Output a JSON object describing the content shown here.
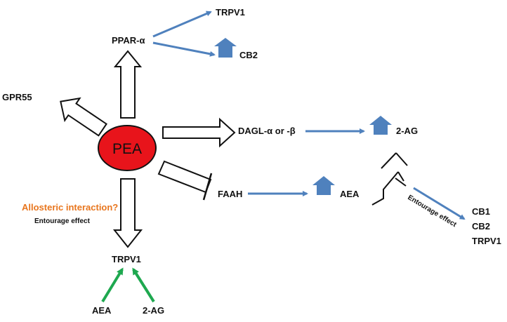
{
  "colors": {
    "pea_fill": "#e8141b",
    "blue_arrow": "#4f81bd",
    "green_arrow": "#1ea84f",
    "orange_text": "#e8761e",
    "outline": "#111111"
  },
  "nodes": {
    "pea": "PEA",
    "ppar_alpha": "PPAR-α",
    "trpv1_top": "TRPV1",
    "cb2_top": "CB2",
    "gpr55": "GPR55",
    "dagl": "DAGL-α or -β",
    "two_ag_right": "2-AG",
    "faah": "FAAH",
    "aea_right": "AEA",
    "targets": [
      "CB1",
      "CB2",
      "TRPV1"
    ],
    "trpv1_bottom": "TRPV1",
    "aea_bottom": "AEA",
    "two_ag_bottom": "2-AG"
  },
  "annotations": {
    "allosteric": "Allosteric interaction?",
    "entourage_left": "Entourage effect",
    "entourage_rotated": "Entourage effect"
  },
  "icons": {
    "up_arrow": "up-arrow-icon"
  }
}
